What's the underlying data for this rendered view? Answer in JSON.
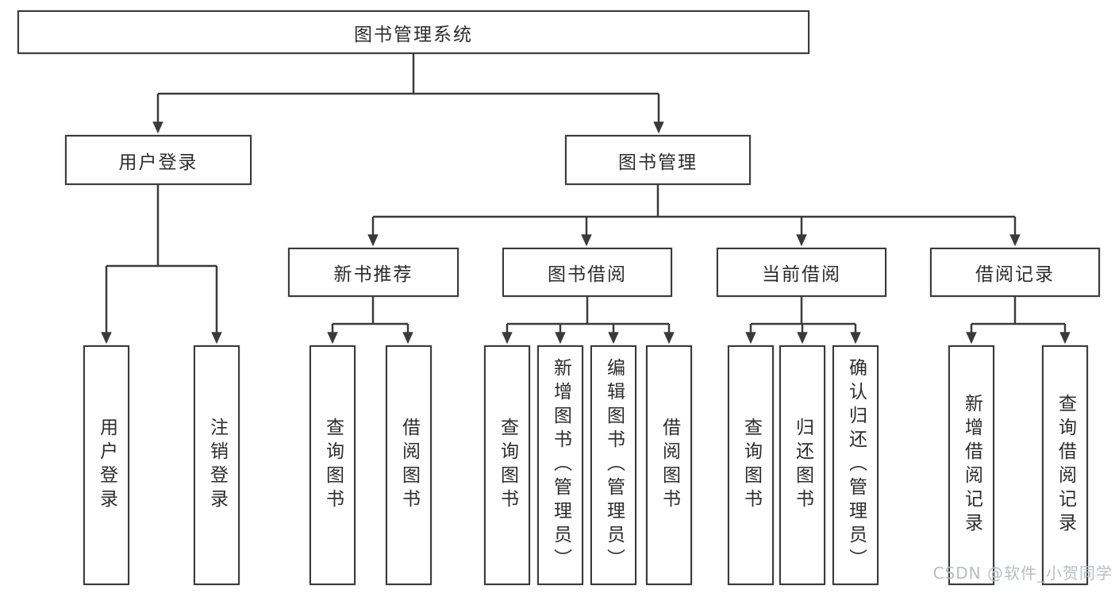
{
  "tree": {
    "root_label": "图书管理系统",
    "level2": [
      {
        "label": "用户登录",
        "children": [
          {
            "label": "用户登录"
          },
          {
            "label": "注销登录"
          }
        ]
      },
      {
        "label": "图书管理",
        "children": [
          {
            "label": "新书推荐",
            "children": [
              {
                "label": "查询图书"
              },
              {
                "label": "借阅图书"
              }
            ]
          },
          {
            "label": "图书借阅",
            "children": [
              {
                "label": "查询图书"
              },
              {
                "label": "新增图书（管理员）"
              },
              {
                "label": "编辑图书（管理员）"
              },
              {
                "label": "借阅图书"
              }
            ]
          },
          {
            "label": "当前借阅",
            "children": [
              {
                "label": "查询图书"
              },
              {
                "label": "归还图书"
              },
              {
                "label": "确认归还（管理员）"
              }
            ]
          },
          {
            "label": "借阅记录",
            "children": [
              {
                "label": "新增借阅记录"
              },
              {
                "label": "查询借阅记录"
              }
            ]
          }
        ]
      }
    ]
  },
  "watermark": {
    "text": "CSDN @软件_小贺同学"
  },
  "colors": {
    "line": "#3a3a3a",
    "text": "#2c2c2c",
    "box_background": "#ffffff",
    "watermark": "#b9bdc3",
    "background": "#ffffff"
  }
}
